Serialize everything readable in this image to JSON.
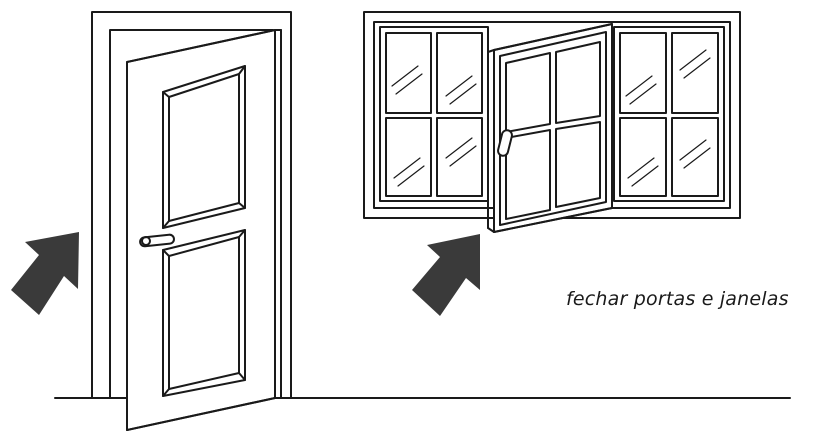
{
  "caption": "fechar portas e janelas",
  "colors": {
    "stroke": "#1a1a1a",
    "arrow_fill": "#3a3a3a",
    "background": "#ffffff"
  },
  "icons": [
    "door-open-illustration",
    "window-open-illustration",
    "arrow-icon"
  ]
}
